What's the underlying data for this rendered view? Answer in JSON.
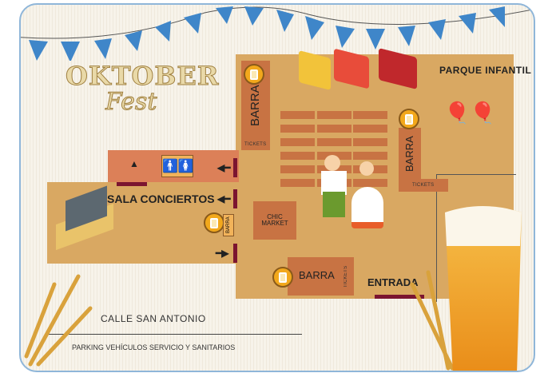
{
  "title": "OKTOBER Fest",
  "zones": {
    "parque_infantil": "PARQUE INFANTIL",
    "sala_conciertos": "SALA CONCIERTOS",
    "chic_market": "CHIC MARKET",
    "entrada": "ENTRADA"
  },
  "bars": {
    "left": {
      "label": "BARRA",
      "tickets": "TICKETS"
    },
    "right": {
      "label": "BARRA",
      "tickets": "TICKETS"
    },
    "bottom": {
      "label": "BARRA",
      "tickets": "TICKETS"
    },
    "concert": {
      "label": "BARRA"
    }
  },
  "street": {
    "name": "CALLE SAN ANTONIO",
    "parking": "PARKING VEHÍCULOS SERVICIO Y SANITARIOS"
  },
  "colors": {
    "ground": "#d9a862",
    "booth": "#c87343",
    "corridor": "#dc8058",
    "door": "#7b1530",
    "frame": "#8fb6d9",
    "bunting": "#3f86c9"
  }
}
